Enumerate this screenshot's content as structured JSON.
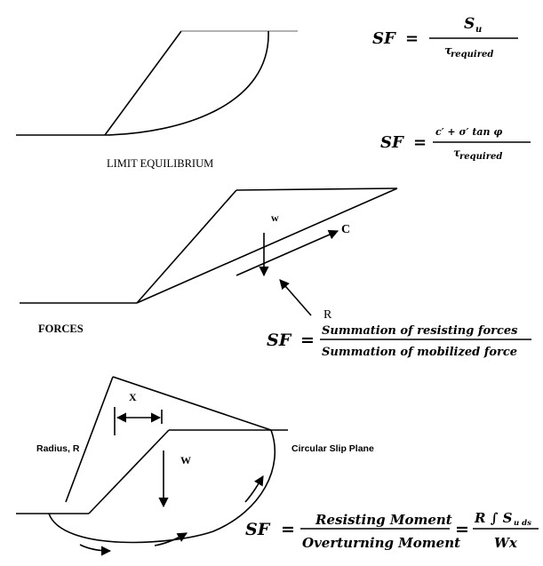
{
  "panel1": {
    "caption": "LIMIT EQUILIBRIUM",
    "eq1": {
      "lhs": "SF",
      "num": "S",
      "num_sub": "u",
      "den": "τ",
      "den_sub": "required"
    },
    "eq2": {
      "lhs": "SF",
      "num": "c′ + σ′ tan φ",
      "den": "τ",
      "den_sub": "required"
    }
  },
  "panel2": {
    "label_w": "w",
    "label_c": "C",
    "label_r": "R",
    "caption": "FORCES",
    "eq": {
      "lhs": "SF",
      "num": "Summation of resisting forces",
      "den": "Summation of mobilized force"
    }
  },
  "panel3": {
    "label_x": "X",
    "label_w": "W",
    "label_radius": "Radius, R",
    "label_slip": "Circular Slip Plane",
    "eq": {
      "lhs": "SF",
      "num1": "Resisting Moment",
      "den1": "Overturning Moment",
      "num2": "R ∫ S",
      "num2_sub": "u ds",
      "den2": "Wx"
    }
  }
}
